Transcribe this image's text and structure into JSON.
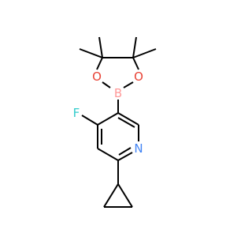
{
  "atoms": {
    "boron": {
      "label": "B",
      "color": "#FF9999"
    },
    "oxygen_left": {
      "label": "O",
      "color": "#E84235"
    },
    "oxygen_right": {
      "label": "O",
      "color": "#E84235"
    },
    "fluorine": {
      "label": "F",
      "color": "#33CCCC"
    },
    "nitrogen": {
      "label": "N",
      "color": "#4284F4"
    }
  },
  "colors": {
    "bond": "#000000",
    "background": "#ffffff"
  }
}
